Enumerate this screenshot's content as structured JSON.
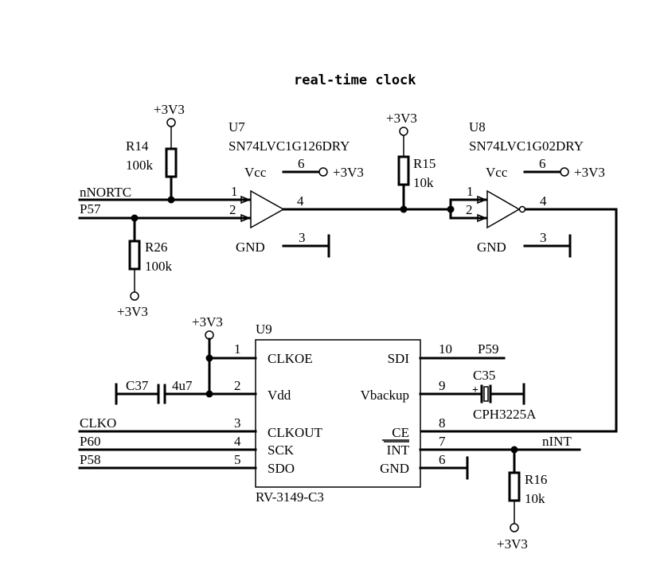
{
  "title": "real-time clock",
  "power": {
    "vcc3v3": "+3V3"
  },
  "gnd_label": "GND",
  "vcc_label": "Vcc",
  "resistors": {
    "r14": {
      "ref": "R14",
      "value": "100k"
    },
    "r15": {
      "ref": "R15",
      "value": "10k"
    },
    "r16": {
      "ref": "R16",
      "value": "10k"
    },
    "r26": {
      "ref": "R26",
      "value": "100k"
    }
  },
  "u7": {
    "ref": "U7",
    "part": "SN74LVC1G126DRY"
  },
  "u8": {
    "ref": "U8",
    "part": "SN74LVC1G02DRY"
  },
  "u9": {
    "ref": "U9",
    "part": "RV-3149-C3",
    "left_pins": [
      "CLKOE",
      "Vdd",
      "CLKOUT",
      "SCK",
      "SDO"
    ],
    "right_pins": [
      "SDI",
      "Vbackup",
      "CE",
      "INT",
      "GND"
    ]
  },
  "c37": {
    "ref": "C37",
    "value": "4u7"
  },
  "c35": {
    "ref": "C35",
    "value": "CPH3225A"
  },
  "nets": {
    "nnortc": "nNORTC",
    "p57": "P57",
    "p59": "P59",
    "clko": "CLKO",
    "p60": "P60",
    "p58": "P58",
    "nint": "nINT"
  },
  "pin_numbers": {
    "p1": "1",
    "p2": "2",
    "p3": "3",
    "p4": "4",
    "p5": "5",
    "p6": "6",
    "p7": "7",
    "p8": "8",
    "p9": "9",
    "p10": "10"
  }
}
